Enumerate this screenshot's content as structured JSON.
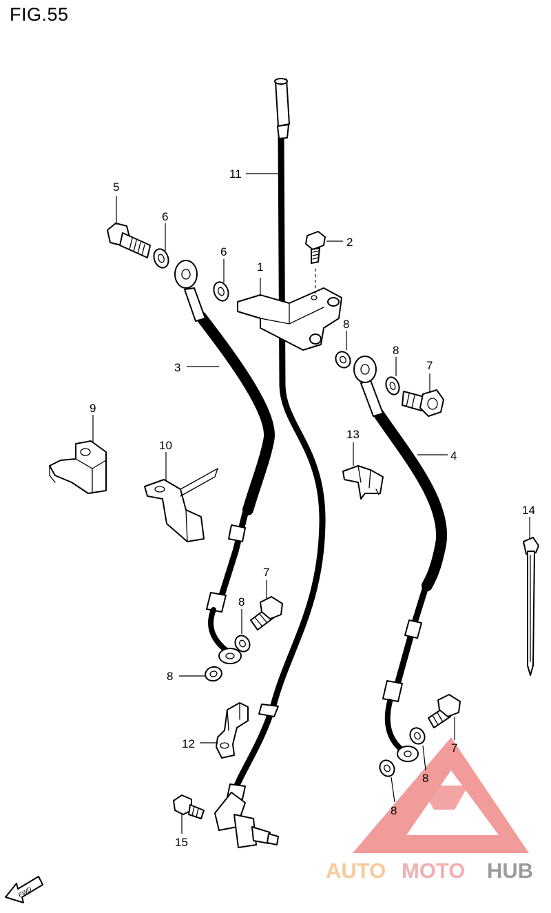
{
  "figure": {
    "title": "FIG.55"
  },
  "callouts": {
    "c1": "1",
    "c2": "2",
    "c3": "3",
    "c4": "4",
    "c5": "5",
    "c6a": "6",
    "c6b": "6",
    "c7a": "7",
    "c7b": "7",
    "c7c": "7",
    "c8a": "8",
    "c8b": "8",
    "c8c": "8",
    "c8d": "8",
    "c8e": "8",
    "c8f": "8",
    "c9": "9",
    "c10": "10",
    "c11": "11",
    "c12": "12",
    "c13": "13",
    "c14": "14",
    "c15": "15"
  },
  "fwd_badge": "FWD",
  "watermark": {
    "word_auto": "AUTO",
    "word_moto": "MOTO",
    "word_hub": "HUB",
    "colors": {
      "auto": "#f6c08a",
      "moto": "#f2a0a4",
      "hub": "#8b8b8b",
      "logo": "#f08a8a"
    }
  }
}
